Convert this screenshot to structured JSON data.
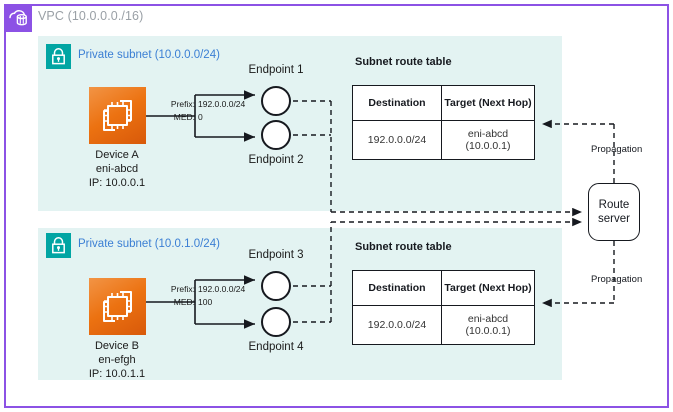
{
  "vpc": {
    "icon": "vpc-cloud-icon",
    "title": "VPC (10.0.0.0./16)"
  },
  "subnets": [
    {
      "icon": "private-subnet-lock-icon",
      "label": "Private subnet (10.0.0.0/24)",
      "device": {
        "icon": "device-chip-icon",
        "name": "Device A",
        "eni": "eni-abcd",
        "ip": "IP: 10.0.0.1"
      },
      "advertisement": {
        "prefix_key": "Prefix:",
        "prefix_value": "192.0.0.0/24",
        "med_key": "MED:",
        "med_value": "0"
      },
      "endpoints": [
        "Endpoint 1",
        "Endpoint 2"
      ],
      "route_table": {
        "title": "Subnet route table",
        "headers": [
          "Destination",
          "Target (Next Hop)"
        ],
        "rows": [
          {
            "destination": "192.0.0.0/24",
            "target_line1": "eni-abcd",
            "target_line2": "(10.0.0.1)"
          }
        ]
      }
    },
    {
      "icon": "private-subnet-lock-icon",
      "label": "Private subnet (10.0.1.0/24)",
      "device": {
        "icon": "device-chip-icon",
        "name": "Device B",
        "eni": "en-efgh",
        "ip": "IP: 10.0.1.1"
      },
      "advertisement": {
        "prefix_key": "Prefix:",
        "prefix_value": "192.0.0.0/24",
        "med_key": "MED:",
        "med_value": "100"
      },
      "endpoints": [
        "Endpoint 3",
        "Endpoint 4"
      ],
      "route_table": {
        "title": "Subnet route table",
        "headers": [
          "Destination",
          "Target (Next Hop)"
        ],
        "rows": [
          {
            "destination": "192.0.0.0/24",
            "target_line1": "eni-abcd",
            "target_line2": "(10.0.0.1)"
          }
        ]
      }
    }
  ],
  "route_server": {
    "line1": "Route",
    "line2": "server"
  },
  "propagation": {
    "top_label": "Propagation",
    "bottom_label": "Propagation"
  },
  "colors": {
    "vpc_border": "#8c52e5",
    "vpc_icon": "#8c52e5",
    "subnet_fill": "#e3f3f2",
    "subnet_icon": "#01a5a3",
    "subnet_label": "#3b7fd4",
    "device_orange": "#ec7211",
    "line": "#16191f",
    "title_gray": "#9aa0a6"
  }
}
